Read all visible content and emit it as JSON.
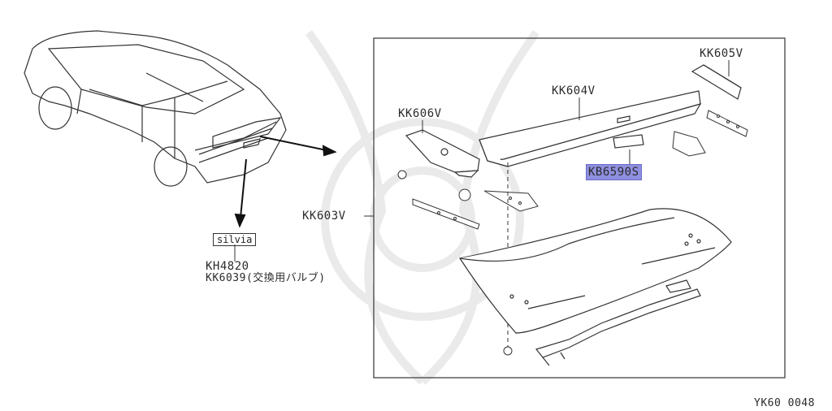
{
  "parts": {
    "kk605v": "KK605V",
    "kk604v": "KK604V",
    "kk606v": "KK606V",
    "kb6590s": "KB6590S",
    "kk603v": "KK603V",
    "kh4820": "KH4820",
    "kk6039": "KK6039(交換用バルブ)"
  },
  "emblem": "silvia",
  "diagram_code": "YK60 0048",
  "colors": {
    "highlight": "#8f8fe0",
    "line": "#333333"
  }
}
